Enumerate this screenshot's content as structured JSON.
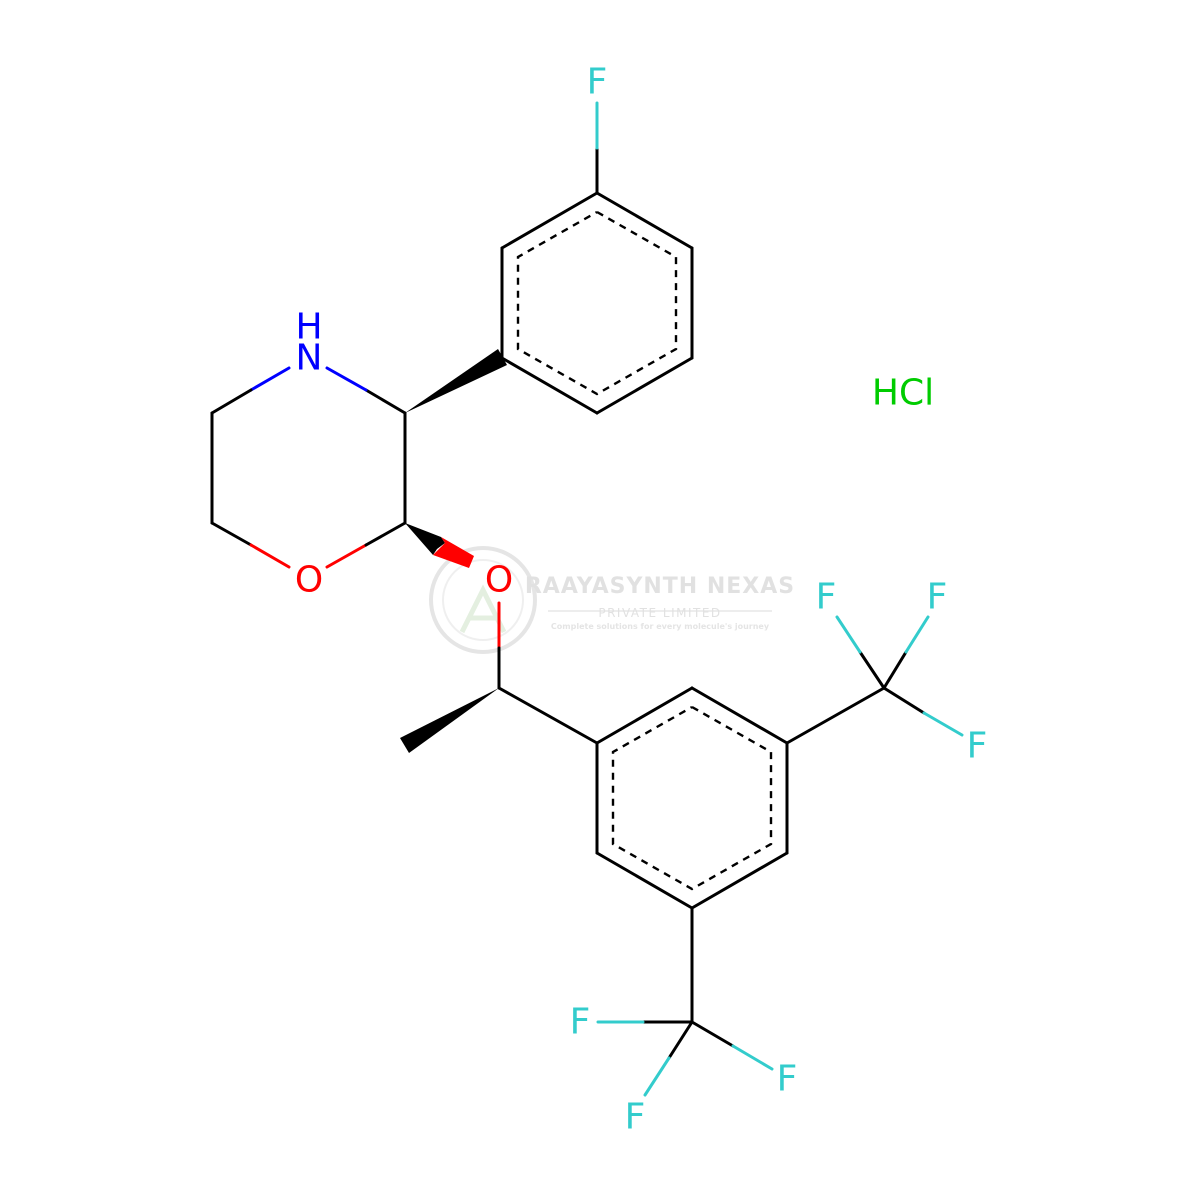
{
  "molecule": {
    "atoms": {
      "f_top": "F",
      "nh_n": "N",
      "nh_h": "H",
      "o_ring": "O",
      "o_ether": "O",
      "f1": "F",
      "f2": "F",
      "f3": "F",
      "f4": "F",
      "f5": "F",
      "f6": "F"
    },
    "salt": "HCl"
  },
  "watermark": {
    "name": "RAAYASYNTH NEXAS",
    "subtitle": "PRIVATE LIMITED",
    "tagline": "Complete solutions for every molecule's journey"
  },
  "colors": {
    "bond": "#000000",
    "nitrogen": "#0000FF",
    "oxygen": "#FF0000",
    "fluorine": "#33CCCC",
    "chlorine": "#00CC00",
    "watermark": "#c9c9c9"
  }
}
